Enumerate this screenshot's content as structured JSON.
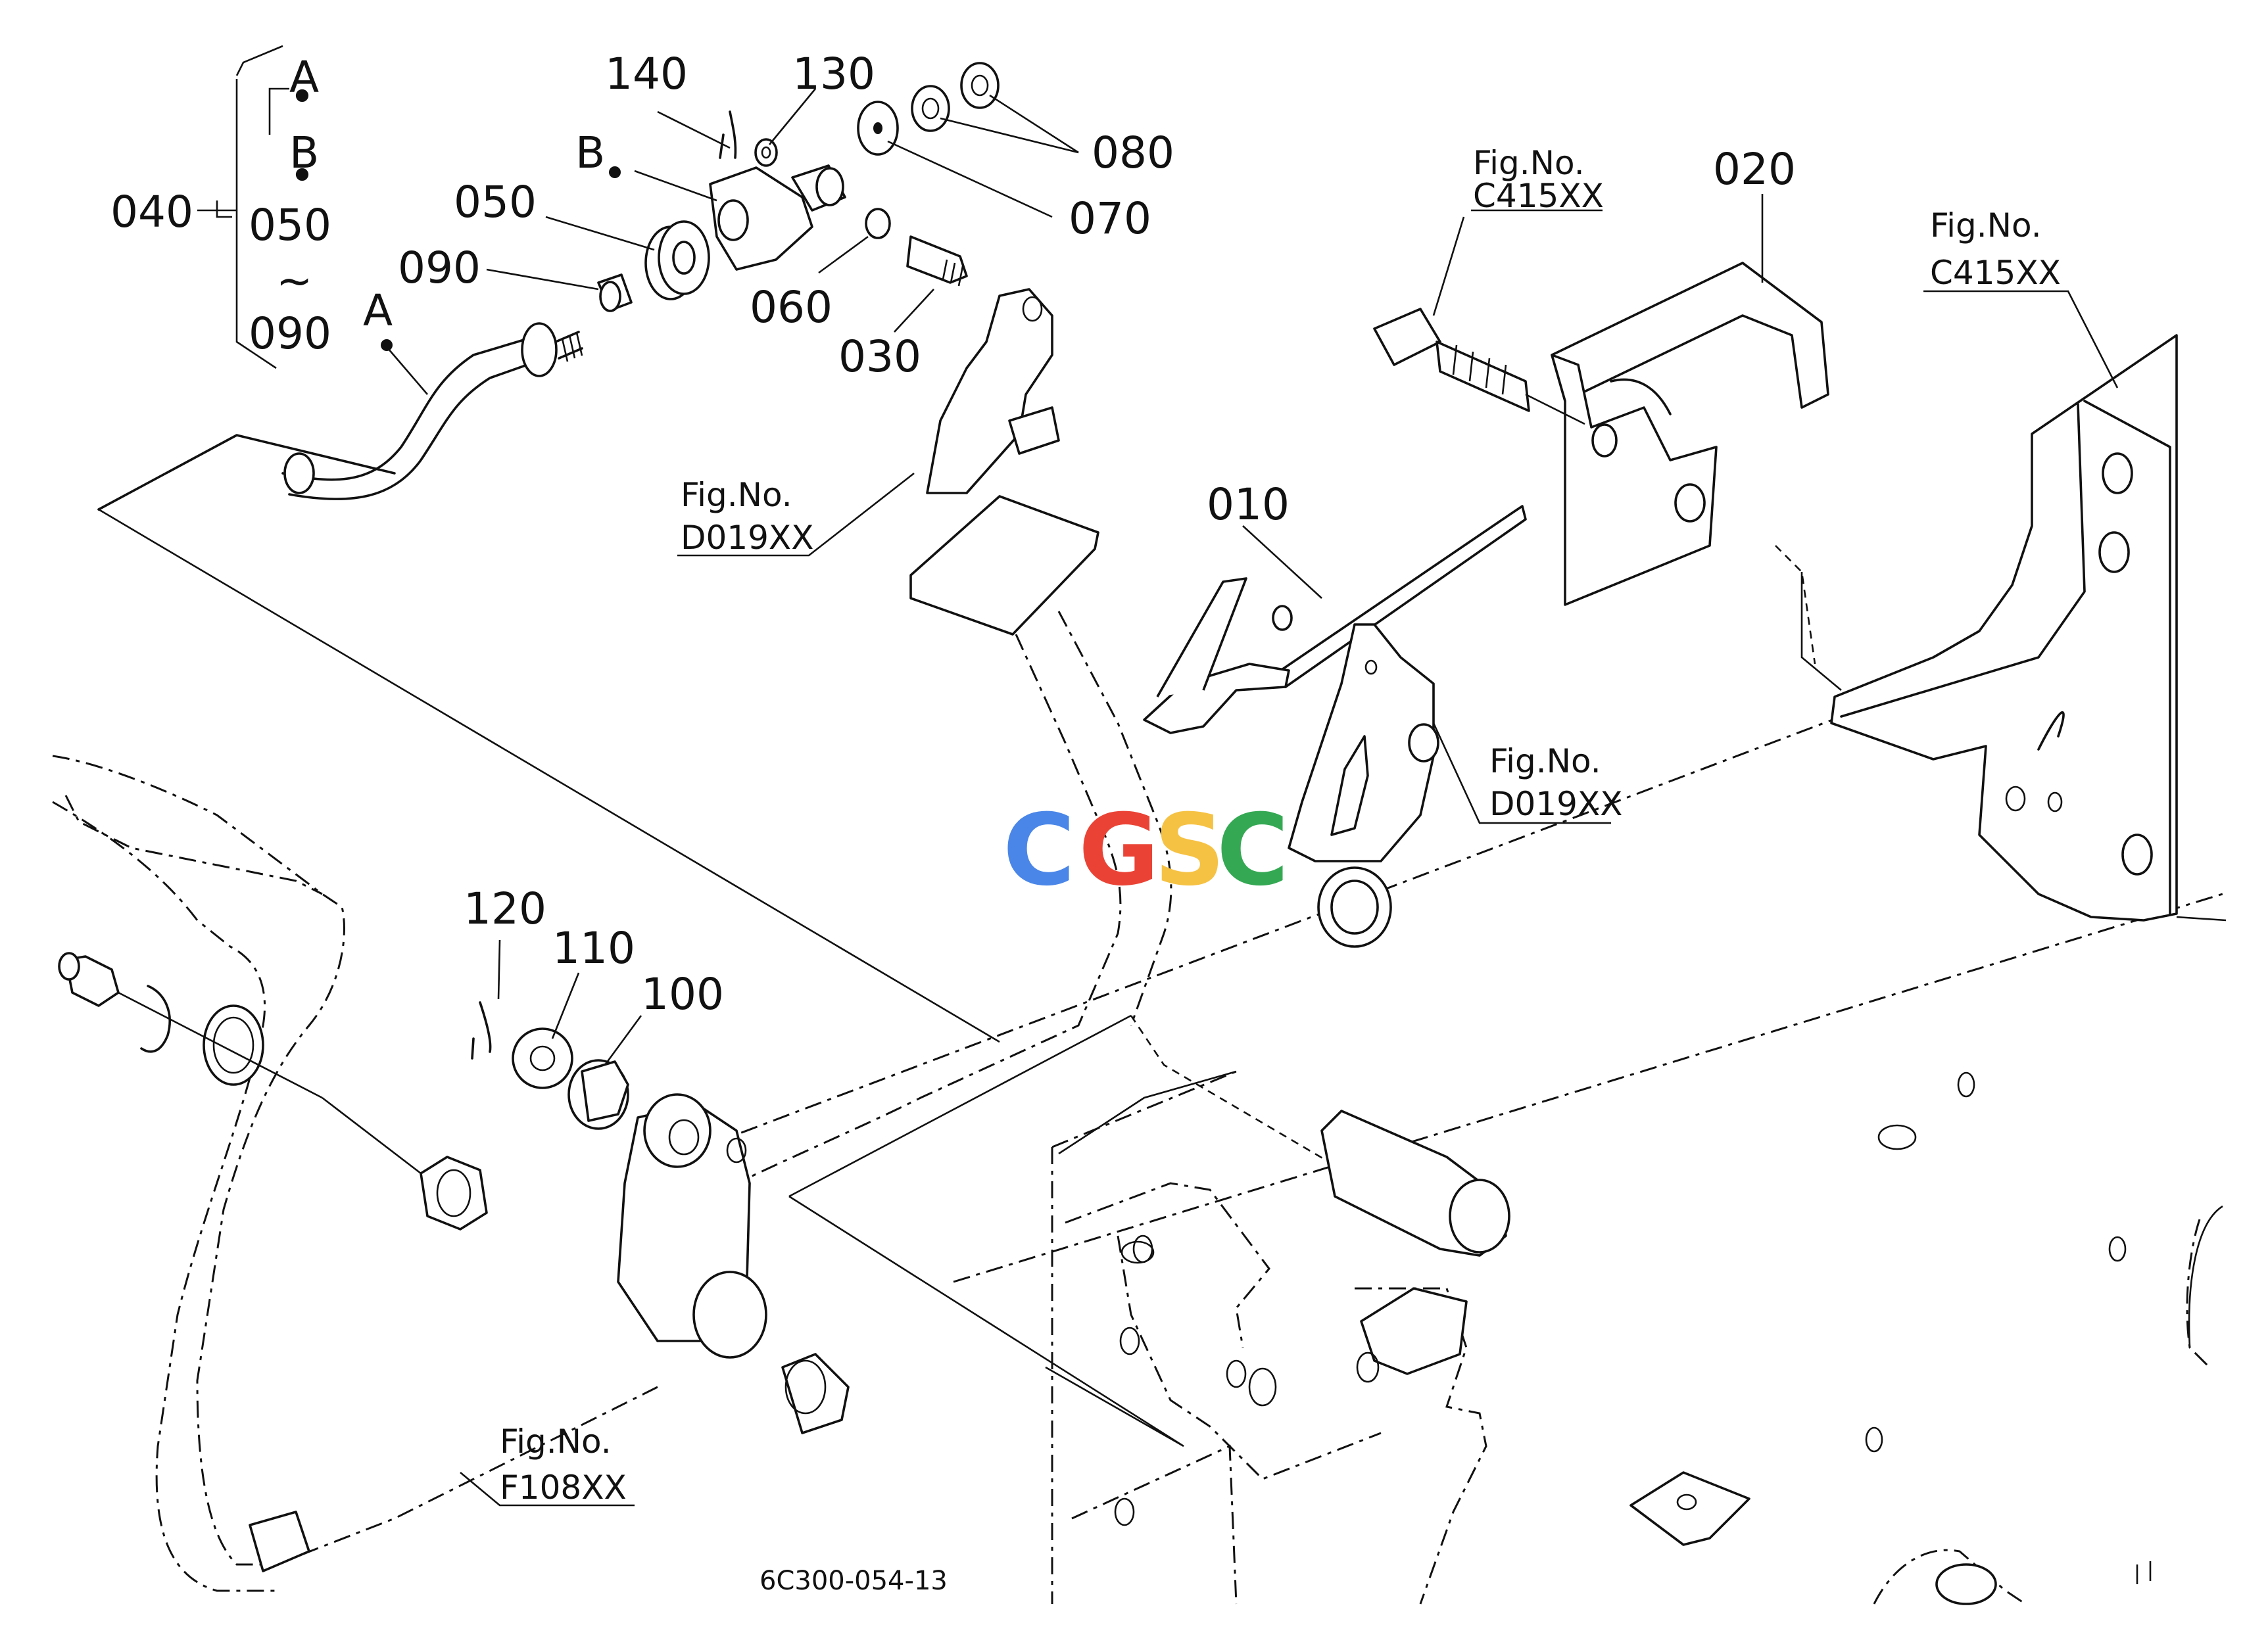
{
  "parts": {
    "p010": "010",
    "p020": "020",
    "p030": "030",
    "p040": "040",
    "p050": "050",
    "p060": "060",
    "p070": "070",
    "p080": "080",
    "p090": "090",
    "p100": "100",
    "p110": "110",
    "p120": "120",
    "p130": "130",
    "p140": "140"
  },
  "group_bracket": {
    "mark_a": "A",
    "dot1": "•",
    "mark_b": "B",
    "dot2": "•",
    "from": "050",
    "tilde": "~",
    "to": "090"
  },
  "refs": {
    "mark_a": "A",
    "mark_b": "B"
  },
  "figure_refs": {
    "fig_label": "Fig.No.",
    "c415_top": "C415XX",
    "c415_right": "C415XX",
    "d019_left": "D019XX",
    "d019_right": "D019XX",
    "f108": "F108XX"
  },
  "drawing_code": "6C300-054-13",
  "watermark": {
    "text_c1": "C",
    "text_g": "G",
    "text_s": "S",
    "text_c2": "C",
    "colors": [
      "#4a86e8",
      "#ea4335",
      "#f6c244",
      "#34a853"
    ]
  }
}
